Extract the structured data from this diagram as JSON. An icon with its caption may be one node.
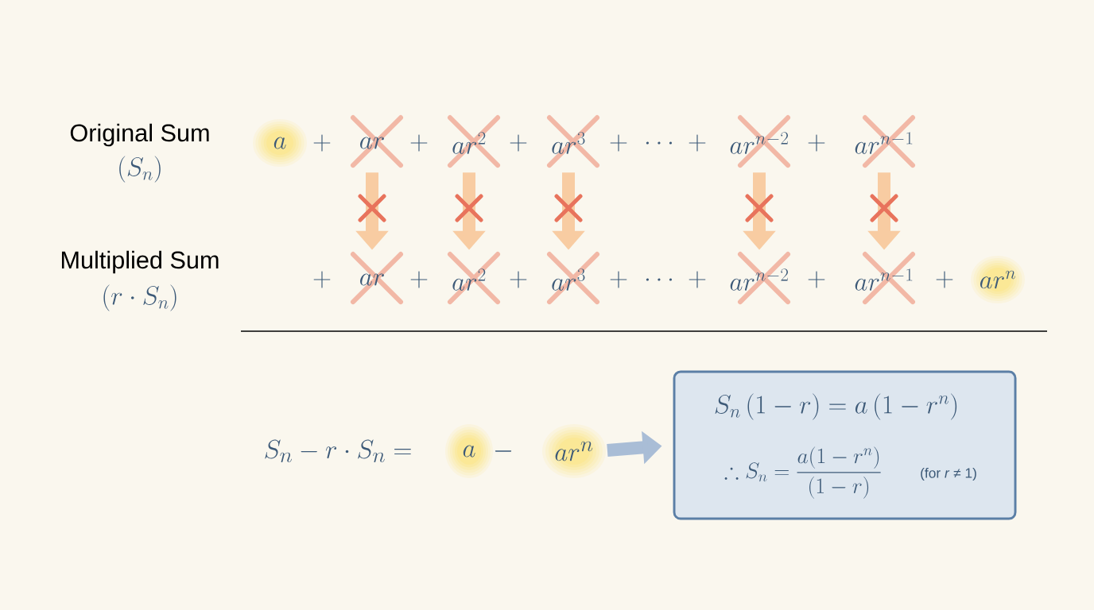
{
  "diagram": {
    "nodes": [
      {
        "text": [
          "ar"
        ]
      },
      {
        "text": [
          "ar^{2}"
        ]
      },
      {
        "text": [
          "ar^{3}"
        ]
      },
      {
        "text": [
          "ar^{n-2}"
        ]
      },
      {
        "text": [
          "ar^{n-1}"
        ]
      },
      {
        "text": [
          "ar"
        ]
      },
      {
        "text": [
          "ar^{2}"
        ]
      },
      {
        "text": [
          "ar^{3}"
        ]
      },
      {
        "text": [
          "ar^{n-2}"
        ]
      },
      {
        "text": [
          "ar^{n-1}"
        ]
      },
      {
        "text": [
          "S_{n} - r \\cdot S_{n} =",
          "a",
          "-",
          "ar^{n}"
        ]
      },
      {
        "text": [
          "S_{n}\\,(1-r) = a\\,(1-r^{n})",
          "\\therefore S_{n} = \\frac{a(1-r^{n})}{(1-r)}",
          "(for *r* ≠ 1)"
        ]
      }
    ],
    "edges": [
      {
        "from": 0,
        "to": 5,
        "arrow": "to"
      },
      {
        "from": 1,
        "to": 6,
        "arrow": "to"
      },
      {
        "from": 2,
        "to": 7,
        "arrow": "to"
      },
      {
        "from": 3,
        "to": 8,
        "arrow": "to"
      },
      {
        "from": 4,
        "to": 9,
        "arrow": "to"
      },
      {
        "from": 10,
        "to": 11,
        "arrow": "to",
        "color": "#a9bdd6"
      }
    ],
    "labels": [
      "Original Sum",
      "(S_{n})",
      "a",
      "+",
      "+",
      "+",
      "+",
      "\\ldots",
      "+",
      "+",
      "Multiplied Sum",
      "(r \\cdot S_{n})",
      "+",
      "+",
      "+",
      "+",
      "\\ldots",
      "+",
      "+",
      "+",
      "ar^{n}"
    ]
  }
}
